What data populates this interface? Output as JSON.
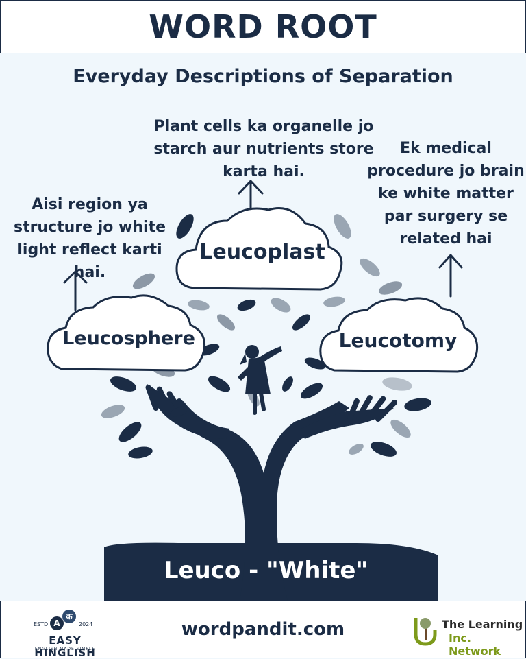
{
  "header": {
    "title": "WORD ROOT"
  },
  "subtitle": "Everyday Descriptions of Separation",
  "words": {
    "center": {
      "term": "Leucoplast",
      "description": "Plant cells ka organelle jo starch aur nutrients store karta hai."
    },
    "left": {
      "term": "Leucosphere",
      "description": "Aisi region ya structure jo white light reflect karti hai."
    },
    "right": {
      "term": "Leucotomy",
      "description": "Ek medical procedure jo brain ke white matter par surgery se related hai"
    }
  },
  "root": "Leuco - \"White\"",
  "footer": {
    "site": "wordpandit.com",
    "left_logo": {
      "estd": "ESTD",
      "year": "2024",
      "letter_a": "A",
      "letter_k": "क",
      "brand": "EASY HINGLISH",
      "tagline": "ENGLISH MADE SIMPLE"
    },
    "right_logo": {
      "line1": "The Learning",
      "line2": "Inc. Network"
    }
  },
  "colors": {
    "navy": "#1b2c45",
    "background": "#f0f7fc",
    "leaf_gray": "#9aa6b3",
    "accent_green": "#7d9a1b"
  }
}
